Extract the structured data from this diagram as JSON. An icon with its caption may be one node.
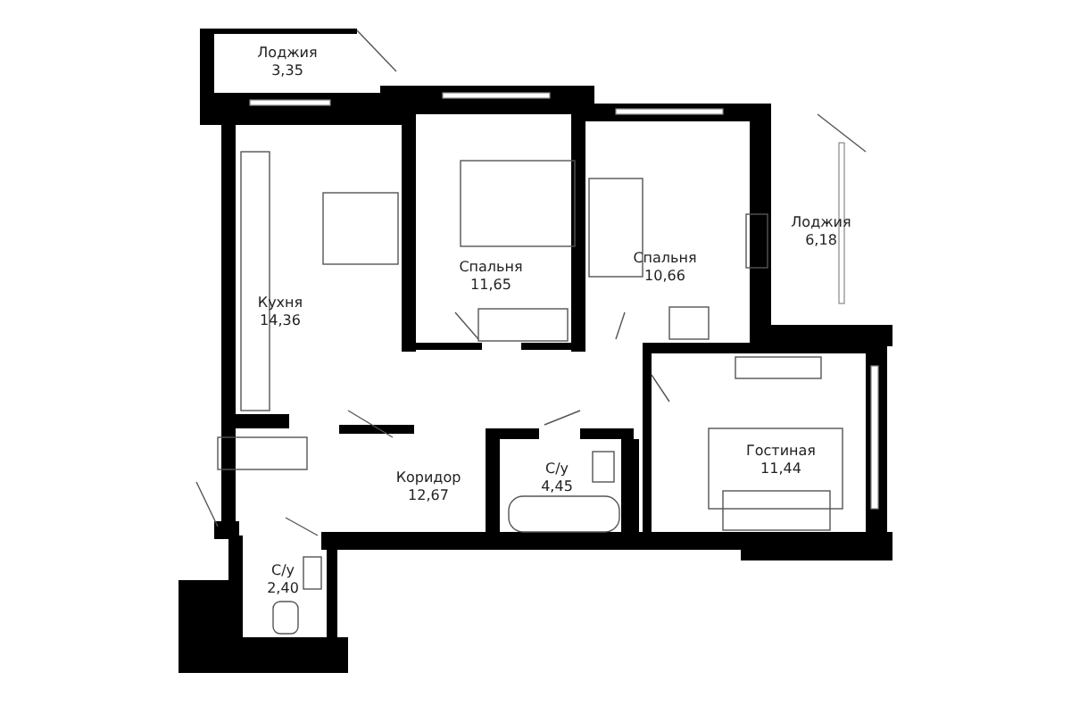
{
  "diagram": {
    "nodes": [
      {
        "text": [
          "Лоджия",
          "3,35"
        ]
      },
      {
        "text": [
          "Кухня",
          "14,36"
        ]
      },
      {
        "text": [
          "Спальня",
          "11,65"
        ]
      },
      {
        "text": [
          "Спальня",
          "10,66"
        ]
      },
      {
        "text": [
          "Лоджия",
          "6,18"
        ]
      },
      {
        "text": [
          "Коридор",
          "12,67"
        ]
      },
      {
        "text": [
          "С/у",
          "4,45"
        ]
      },
      {
        "text": [
          "Гостиная",
          "11,44"
        ]
      },
      {
        "text": [
          "С/у",
          "2,40"
        ]
      }
    ]
  }
}
